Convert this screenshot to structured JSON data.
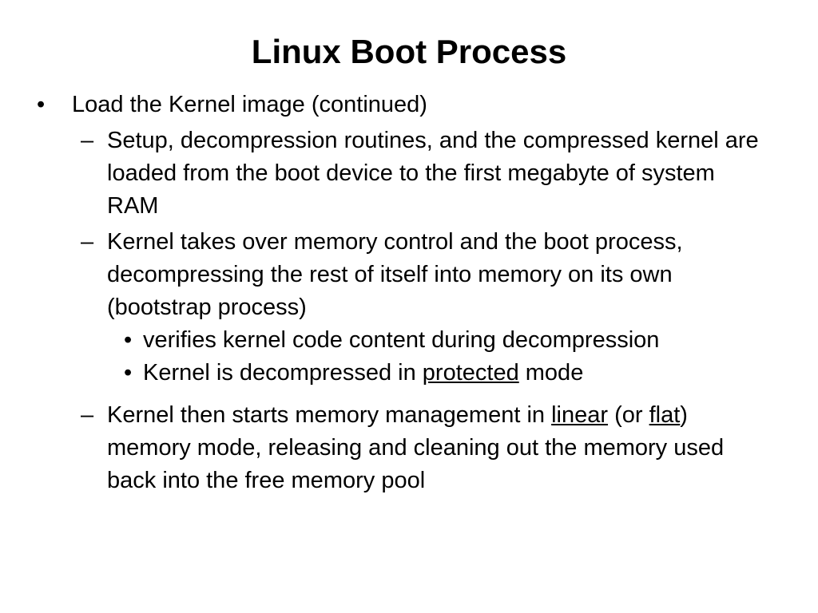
{
  "slide": {
    "title": "Linux Boot Process",
    "bullet_marker": "•",
    "dash_marker": "–",
    "items": {
      "b1": {
        "text": "Load the Kernel image (continued)"
      },
      "s1": {
        "text": "Setup, decompression routines, and the compressed kernel are loaded from the boot device to the first megabyte of system RAM"
      },
      "s2": {
        "text": "Kernel takes over memory control and the boot process, decompressing the rest of itself into memory on its own (bootstrap process)"
      },
      "t1": {
        "text": "verifies kernel code content during decompression"
      },
      "t2": {
        "before": "Kernel is decompressed in ",
        "underlined": "protected",
        "after": " mode"
      },
      "s3": {
        "before": "Kernel then starts memory management in ",
        "underlined1": "linear",
        "middle": " (or ",
        "underlined2": "flat",
        "after": ") memory mode, releasing and cleaning out the memory used back into the free memory pool"
      }
    }
  }
}
